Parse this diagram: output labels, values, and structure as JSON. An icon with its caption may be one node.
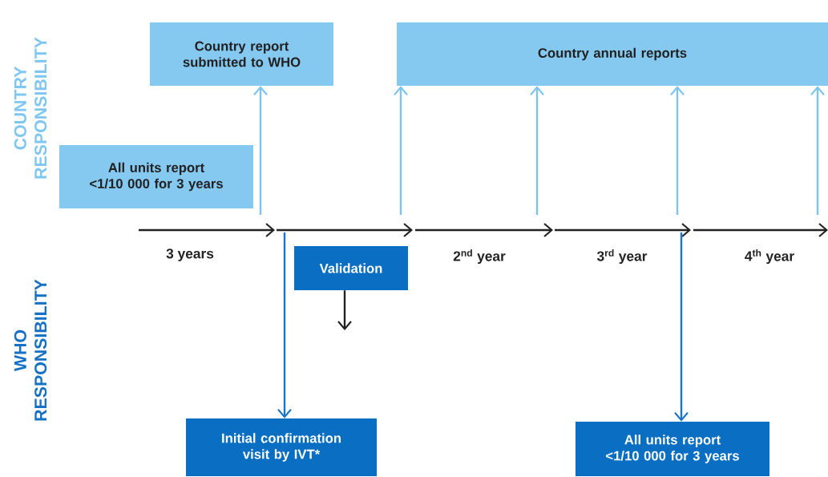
{
  "diagram": {
    "nodes": [
      {
        "text": [
          "Country report submitted to WHO"
        ]
      },
      {
        "text": [
          "Country annual reports"
        ]
      },
      {
        "text": [
          "All units report <1/10 000 for 3 years"
        ]
      },
      {
        "text": [
          "Validation"
        ]
      },
      {
        "text": [
          "Initial confirmation visit by IVT*"
        ]
      },
      {
        "text": [
          "All units report <1/10 000 for 3 years"
        ]
      }
    ],
    "edges": [
      {
        "from": null,
        "to": 0,
        "arrow": "to"
      },
      {
        "from": null,
        "to": 1,
        "arrow": "to"
      },
      {
        "from": null,
        "to": 1,
        "arrow": "to"
      },
      {
        "from": null,
        "to": 1,
        "arrow": "to"
      },
      {
        "from": null,
        "to": 1,
        "arrow": "to"
      },
      {
        "from": null,
        "to": 4,
        "arrow": "to",
        "color": "#1a75c9"
      },
      {
        "from": 3,
        "to": null,
        "arrow": "to",
        "color": "#222222"
      },
      {
        "from": null,
        "to": 5,
        "arrow": "to",
        "color": "#1a75c9"
      }
    ],
    "labels": [
      "COUNTRY RESPONSIBILITY",
      "WHO RESPONSIBILITY",
      "3 years",
      "2$^{nd}$ year",
      "3$^{rd}$ year",
      "4$^{th}$ year"
    ]
  }
}
